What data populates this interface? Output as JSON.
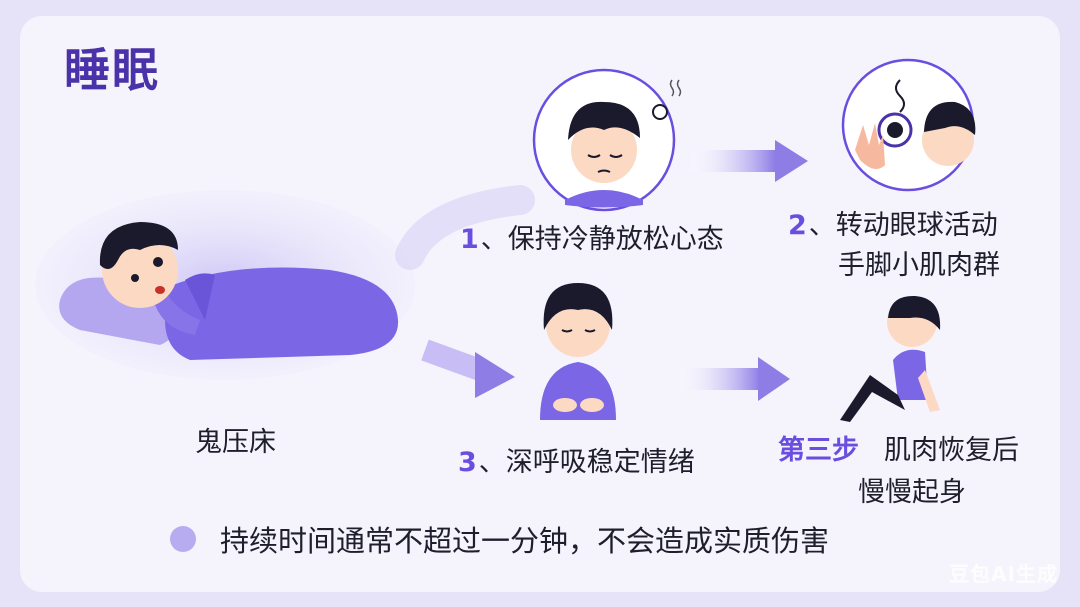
{
  "title": "睡眠",
  "main_label": "鬼压床",
  "step1": {
    "num": "1",
    "text": "、保持冷静放松心态"
  },
  "step2": {
    "num": "2",
    "text": "、转动眼球活动",
    "text2": "手脚小肌肉群"
  },
  "step3": {
    "num": "3",
    "text": "、深呼吸稳定情绪"
  },
  "step4": {
    "word": "第三步",
    "text": "肌肉恢复后",
    "text2": "慢慢起身"
  },
  "note": "持续时间通常不超过一分钟，不会造成实质伤害",
  "watermark": "豆包AI生成",
  "colors": {
    "accent": "#6a4ee0",
    "title": "#4a33a8",
    "blanket": "#7b66e6"
  }
}
